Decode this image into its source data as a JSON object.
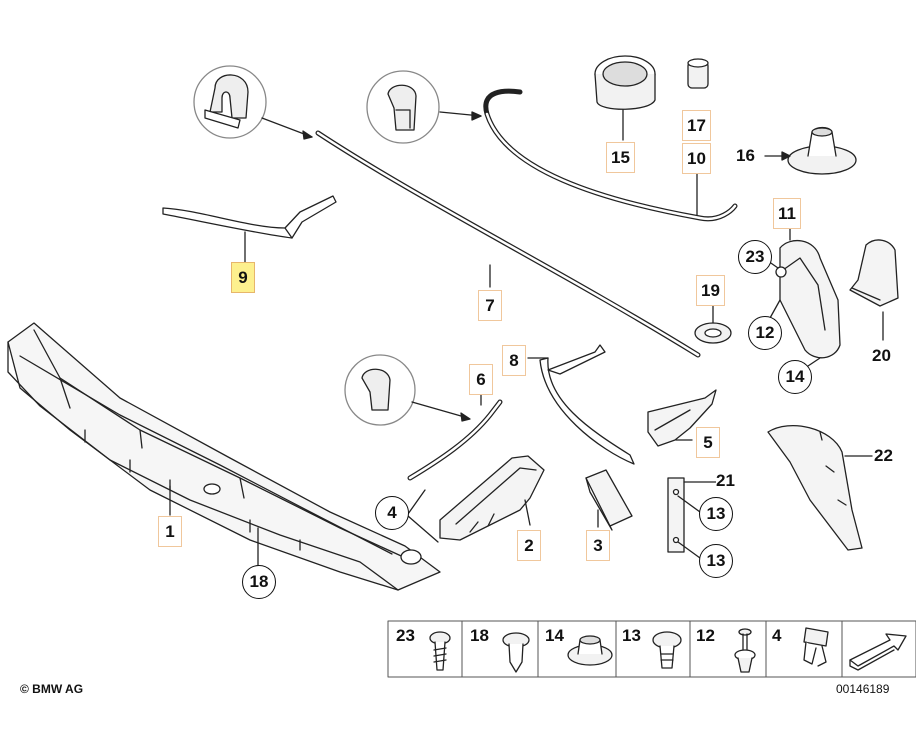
{
  "callouts": [
    {
      "id": "1",
      "text": "1",
      "style": "box"
    },
    {
      "id": "2",
      "text": "2",
      "style": "box"
    },
    {
      "id": "3",
      "text": "3",
      "style": "box"
    },
    {
      "id": "4",
      "text": "4",
      "style": "circle"
    },
    {
      "id": "5",
      "text": "5",
      "style": "box"
    },
    {
      "id": "6",
      "text": "6",
      "style": "box"
    },
    {
      "id": "7",
      "text": "7",
      "style": "box"
    },
    {
      "id": "8",
      "text": "8",
      "style": "box"
    },
    {
      "id": "9",
      "text": "9",
      "style": "box-highlight"
    },
    {
      "id": "10",
      "text": "10",
      "style": "box"
    },
    {
      "id": "11",
      "text": "11",
      "style": "box"
    },
    {
      "id": "12",
      "text": "12",
      "style": "circle"
    },
    {
      "id": "13a",
      "text": "13",
      "style": "circle"
    },
    {
      "id": "13b",
      "text": "13",
      "style": "circle"
    },
    {
      "id": "14",
      "text": "14",
      "style": "circle"
    },
    {
      "id": "15",
      "text": "15",
      "style": "box"
    },
    {
      "id": "16",
      "text": "16",
      "style": "plain"
    },
    {
      "id": "17",
      "text": "17",
      "style": "box"
    },
    {
      "id": "18",
      "text": "18",
      "style": "circle"
    },
    {
      "id": "19",
      "text": "19",
      "style": "box"
    },
    {
      "id": "20",
      "text": "20",
      "style": "plain"
    },
    {
      "id": "21",
      "text": "21",
      "style": "plain"
    },
    {
      "id": "22",
      "text": "22",
      "style": "plain"
    },
    {
      "id": "23",
      "text": "23",
      "style": "circle"
    }
  ],
  "fastener_strip": [
    "23",
    "18",
    "14",
    "13",
    "12",
    "4"
  ],
  "copyright": "© BMW AG",
  "diagram_number": "00146189",
  "colors": {
    "highlight": "#fdf08e",
    "box_border": "#f0c79c",
    "line": "#111111"
  }
}
